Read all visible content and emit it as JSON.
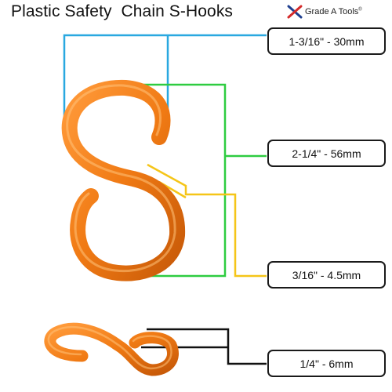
{
  "header": {
    "title": "Plastic Safety  Chain S-Hooks",
    "brand": {
      "name": "Grade A Tools",
      "mark": "®",
      "icon": "x-logo-icon",
      "colors": [
        "#1f3f8f",
        "#d42a2a"
      ]
    }
  },
  "dimensions": [
    {
      "id": "opening-width",
      "label": "1-3/16\" - 30mm",
      "line_color": "#29a8e0"
    },
    {
      "id": "overall-length",
      "label": "2-1/4\" - 56mm",
      "line_color": "#2ecc40"
    },
    {
      "id": "gap",
      "label": "3/16\" - 4.5mm",
      "line_color": "#f5c518"
    },
    {
      "id": "thickness",
      "label": "1/4\" - 6mm",
      "line_color": "#111111"
    }
  ],
  "product": {
    "name": "s-hook",
    "color": "#f07a14"
  }
}
